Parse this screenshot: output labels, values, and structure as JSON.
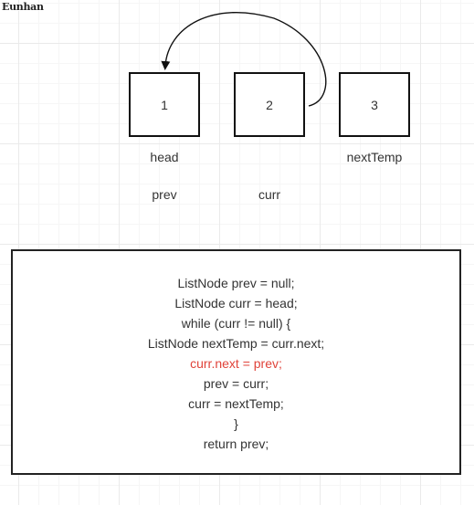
{
  "watermark": "Eunhan",
  "nodes": [
    "1",
    "2",
    "3"
  ],
  "labels": {
    "head": "head",
    "nextTemp": "nextTemp",
    "prev": "prev",
    "curr": "curr"
  },
  "code": [
    "ListNode prev = null;",
    "ListNode curr = head;",
    "while (curr != null) {",
    "ListNode nextTemp = curr.next;",
    "curr.next = prev;",
    "prev = curr;",
    "curr = nextTemp;",
    "}",
    "return prev;"
  ],
  "highlighted_line": 4,
  "colors": {
    "highlight": "#e0433a",
    "stroke": "#111111"
  }
}
